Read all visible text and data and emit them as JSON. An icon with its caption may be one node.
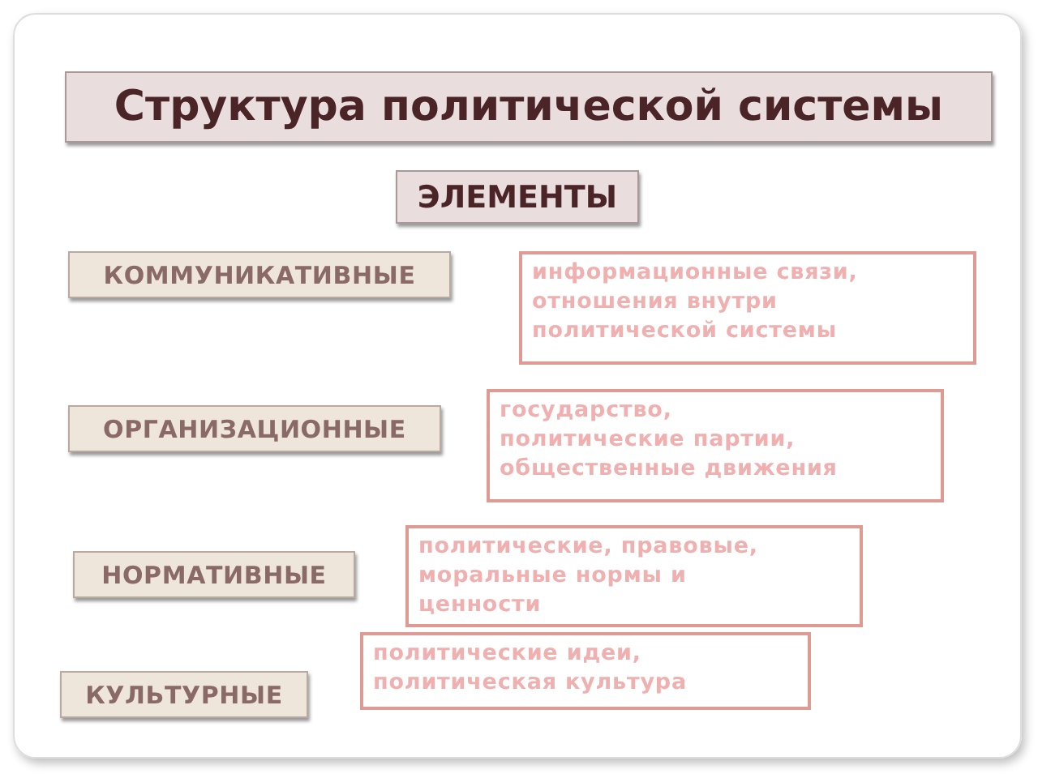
{
  "diagram": {
    "title": "Структура политической системы",
    "nodes": [
      {
        "text": [
          "ЭЛЕМЕНТЫ"
        ]
      },
      {
        "text": [
          "КОММУНИКАТИВНЫЕ"
        ]
      },
      {
        "text": [
          "информационные связи, отношения внутри политической системы"
        ]
      },
      {
        "text": [
          "ОРГАНИЗАЦИОННЫЕ"
        ]
      },
      {
        "text": [
          "государство, политические партии, общественные движения"
        ]
      },
      {
        "text": [
          "НОРМАТИВНЫЕ"
        ]
      },
      {
        "text": [
          "политические, правовые, моральные нормы и ценности"
        ]
      },
      {
        "text": [
          "КУЛЬТУРНЫЕ"
        ]
      },
      {
        "text": [
          "политические идеи, политическая культура"
        ]
      }
    ]
  }
}
